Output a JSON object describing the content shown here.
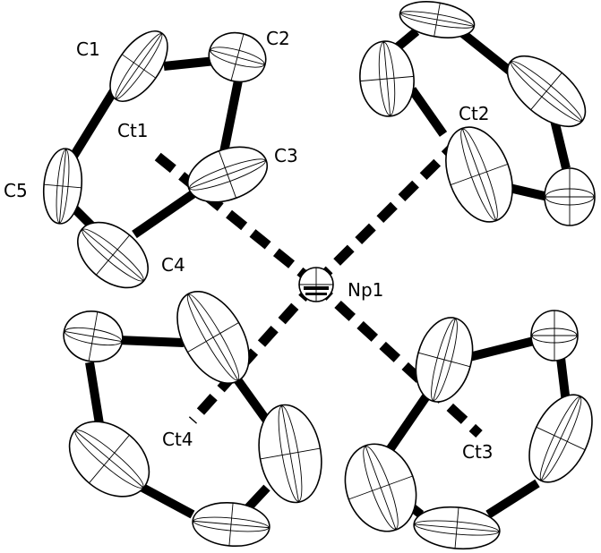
{
  "labels": {
    "np": "Np1",
    "c1": "C1",
    "c2": "C2",
    "c3": "C3",
    "c4": "C4",
    "c5": "C5",
    "ct1": "Ct1",
    "ct2": "Ct2",
    "ct3": "Ct3",
    "ct4": "Ct4"
  }
}
